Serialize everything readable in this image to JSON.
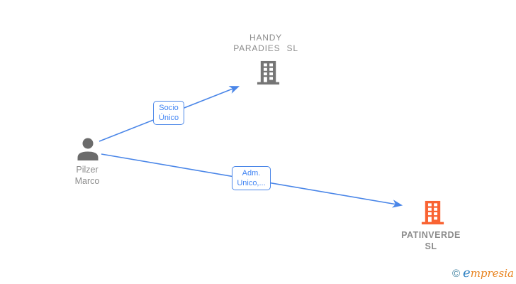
{
  "diagram": {
    "edge_color": "#4a86e8",
    "node_label_color": "#8c8c8c",
    "edge_label_text_color": "#4285f4",
    "nodes": [
      {
        "id": "person-pilzer-marco",
        "type": "person",
        "icon": "person-icon",
        "icon_color": "#6b6b6b",
        "label": "Pilzer Marco",
        "lines": [
          "Pilzer",
          "Marco"
        ]
      },
      {
        "id": "company-handy-paradies-sl",
        "type": "company",
        "icon": "building-icon",
        "icon_color": "#757575",
        "label": "HANDY PARADIES SL",
        "lines": [
          "HANDY",
          "PARADIES SL"
        ]
      },
      {
        "id": "company-patinverde-sl",
        "type": "company",
        "icon": "building-icon",
        "icon_color": "#f96332",
        "label": "PATINVERDE SL",
        "lines": [
          "PATINVERDE",
          "SL"
        ]
      }
    ],
    "edges": [
      {
        "from": "Pilzer Marco",
        "to": "HANDY PARADIES SL",
        "label": "Socio Único",
        "lines": [
          "Socio",
          "Único"
        ]
      },
      {
        "from": "Pilzer Marco",
        "to": "PATINVERDE SL",
        "label": "Adm. Unico,...",
        "lines": [
          "Adm.",
          "Unico,..."
        ]
      }
    ]
  },
  "watermark": {
    "copyright_symbol": "©",
    "brand_initial": "e",
    "brand_rest": "mpresia",
    "brand": "Empresia"
  }
}
